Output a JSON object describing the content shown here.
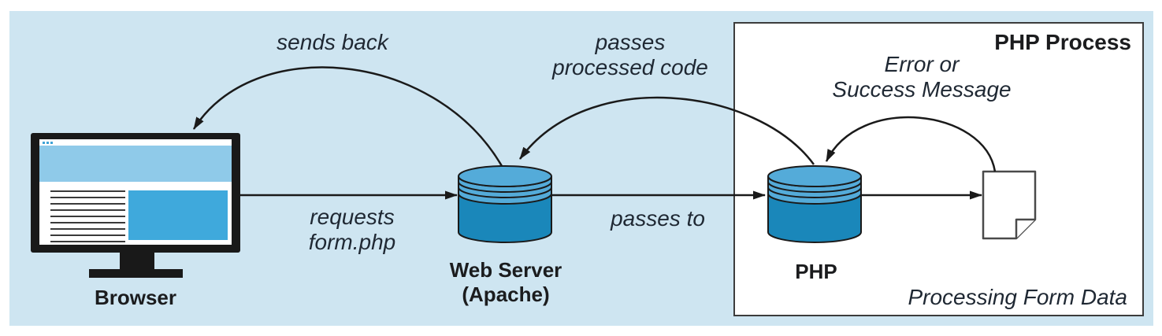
{
  "colors": {
    "panel_background": "#cee5f1",
    "cylinder_body": "#1a87ba",
    "cylinder_top": "#54abd9",
    "monitor_header_band": "#8fcae9",
    "monitor_image_block": "#3fa9dc",
    "arrow": "#1a1a1a",
    "italic_label_text": "#1f2833",
    "bold_label_text": "#1b1c1e",
    "php_box_border": "#3c3c3c"
  },
  "nodes": {
    "browser": {
      "label": "Browser"
    },
    "web_server": {
      "label": [
        "Web Server",
        "(Apache)"
      ]
    },
    "php": {
      "label": "PHP"
    }
  },
  "php_process_box": {
    "title": "PHP Process",
    "caption": "Processing Form Data"
  },
  "edges": {
    "sends_back": {
      "label": "sends back"
    },
    "requests_form": {
      "label": [
        "requests",
        "form.php"
      ]
    },
    "passes_processed": {
      "label": [
        "passes",
        "processed code"
      ]
    },
    "passes_to": {
      "label": "passes to"
    },
    "error_success": {
      "label": [
        "Error or",
        "Success Message"
      ]
    }
  }
}
